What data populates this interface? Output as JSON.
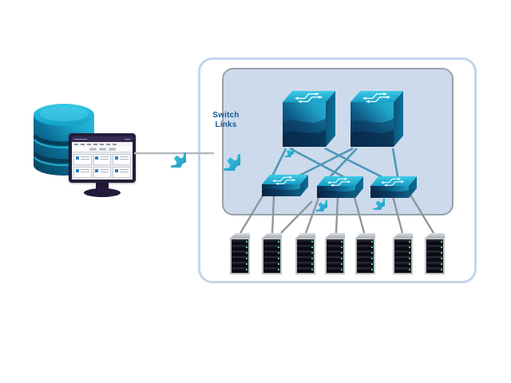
{
  "diagram": {
    "label": {
      "line1": "Switch",
      "line2": "Links"
    },
    "topology": {
      "management_nodes": [
        "database",
        "management-console"
      ],
      "core_switch_count": 2,
      "access_switch_count": 3,
      "server_count": 7,
      "gear_icon_count": 5,
      "core_to_access_links": 6,
      "access_to_server_links": 8,
      "console_to_gears_links": 1
    },
    "colors": {
      "teal_bright": "#35c4e2",
      "teal": "#1b9fc8",
      "navy": "#0a2c50",
      "outer_box_border": "#c3d5e8",
      "inner_box_fill": "#cddaeb",
      "inner_box_border": "#96a1ad",
      "link_blue": "#4e98ba",
      "link_gray": "#8f979c",
      "console_line_gray": "#b3bac0",
      "label_text": "#185b90",
      "server_led_green": "#3fe08a",
      "monitor_frame": "#251c3a"
    }
  }
}
